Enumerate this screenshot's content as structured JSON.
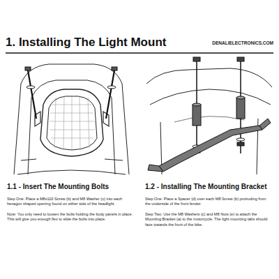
{
  "diagram": {
    "title": "1. Installing The Light Mount",
    "labels": [
      "DENALIELECTRONICS.COM",
      "1.1 - Insert The Mounting Bolts",
      "Step One: Place a M8x110 Screw (b) and M8 Washer (c) into each hexagon shaped opening found on either side of the headlight.",
      "Note: You only need to loosen the bolts holding the body panels in place. This will give you enough flex to slide the bolts into place.",
      "1.2 - Installing The Mounting Bracket",
      "Step One: Place a Spacer (d) over each M8 Screw (b) protruding from the underside of the front fender.",
      "Step Two: Use the M8 Washers (c) and M8 Nuts (e) to attach the Mounting Bracket (a) to the motorcycle. The light mounting tabs should face towards the front of the bike."
    ]
  }
}
